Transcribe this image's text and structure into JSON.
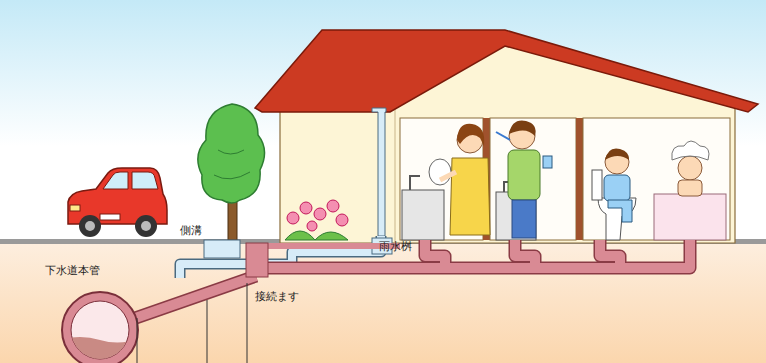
{
  "diagram": {
    "labels": [
      "側溝",
      "雨水桝",
      "下水道本管",
      "接続ます"
    ]
  }
}
